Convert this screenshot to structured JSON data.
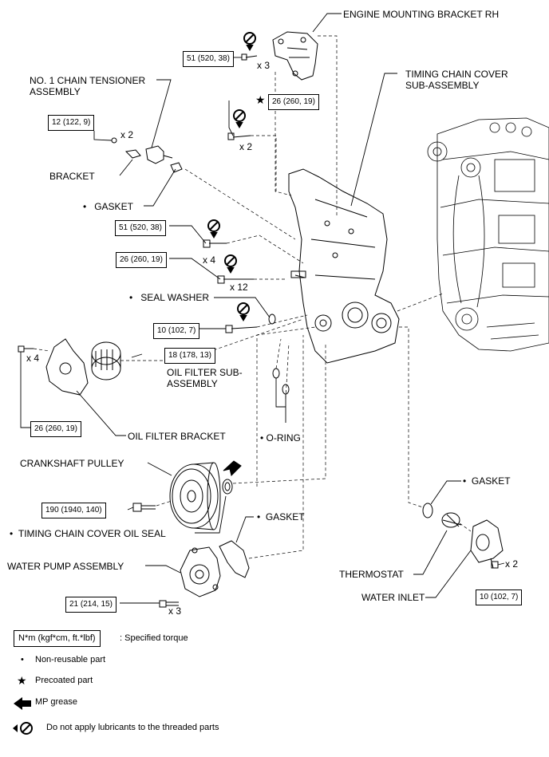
{
  "labels": {
    "engine_mounting_bracket": "ENGINE MOUNTING BRACKET RH",
    "timing_chain_cover_l1": "TIMING CHAIN COVER",
    "timing_chain_cover_l2": "SUB-ASSEMBLY",
    "chain_tensioner_l1": "NO. 1 CHAIN TENSIONER",
    "chain_tensioner_l2": "ASSEMBLY",
    "bracket": "BRACKET",
    "gasket_tensioner": "GASKET",
    "seal_washer": "SEAL WASHER",
    "oil_filter_l1": "OIL FILTER SUB-",
    "oil_filter_l2": "ASSEMBLY",
    "oil_filter_bracket": "OIL FILTER BRACKET",
    "o_ring": "O-RING",
    "crankshaft_pulley": "CRANKSHAFT PULLEY",
    "timing_chain_cover_oil_seal": "TIMING CHAIN COVER OIL SEAL",
    "gasket_water_pump": "GASKET",
    "water_pump": "WATER PUMP ASSEMBLY",
    "gasket_thermostat": "GASKET",
    "thermostat": "THERMOSTAT",
    "water_inlet": "WATER INLET"
  },
  "torques": {
    "t1": "51 (520, 38)",
    "t2": "26 (260, 19)",
    "t3": "12 (122, 9)",
    "t4": "51 (520, 38)",
    "t5": "26 (260, 19)",
    "t6": "10 (102, 7)",
    "t7": "18 (178, 13)",
    "t8": "26 (260, 19)",
    "t9": "190 (1940, 140)",
    "t10": "21 (214, 15)",
    "t11": "10 (102, 7)"
  },
  "multipliers": {
    "m1": "x 3",
    "m2": "x 2",
    "m3": "x 2",
    "m4": "x 4",
    "m5": "x 12",
    "m6": "x 4",
    "m7": "x 3",
    "m8": "x 2"
  },
  "bullet": "•",
  "star": "★",
  "legend": {
    "box_label": "N*m (kgf*cm, ft.*lbf)",
    "box_desc": ": Specified torque",
    "nonreusable": "Non-reusable part",
    "precoated": "Precoated part",
    "mp_grease": "MP grease",
    "no_lube": "Do not apply lubricants to the threaded parts"
  }
}
